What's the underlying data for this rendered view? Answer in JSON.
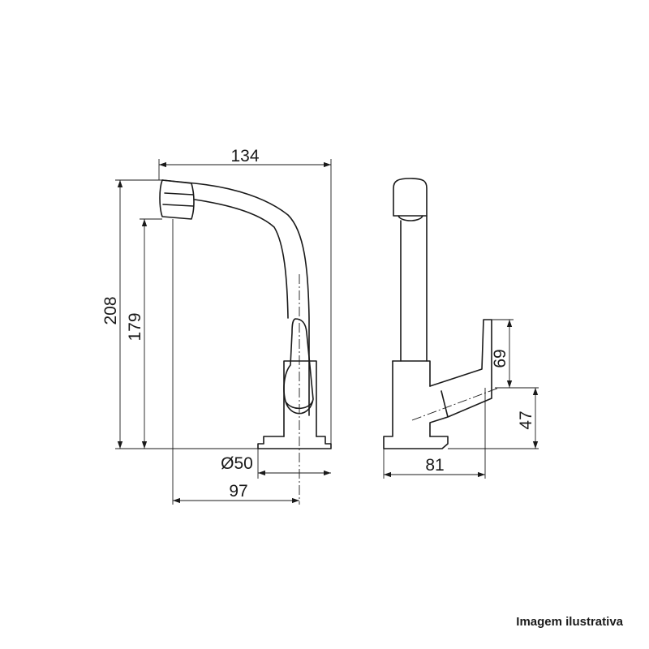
{
  "dimensions": {
    "total_width": "134",
    "total_height": "208",
    "spout_height": "179",
    "base_diameter": "Ø50",
    "spout_reach": "97",
    "depth": "81",
    "handle_height": "69",
    "handle_base_height": "47"
  },
  "caption": "Imagem ilustrativa"
}
